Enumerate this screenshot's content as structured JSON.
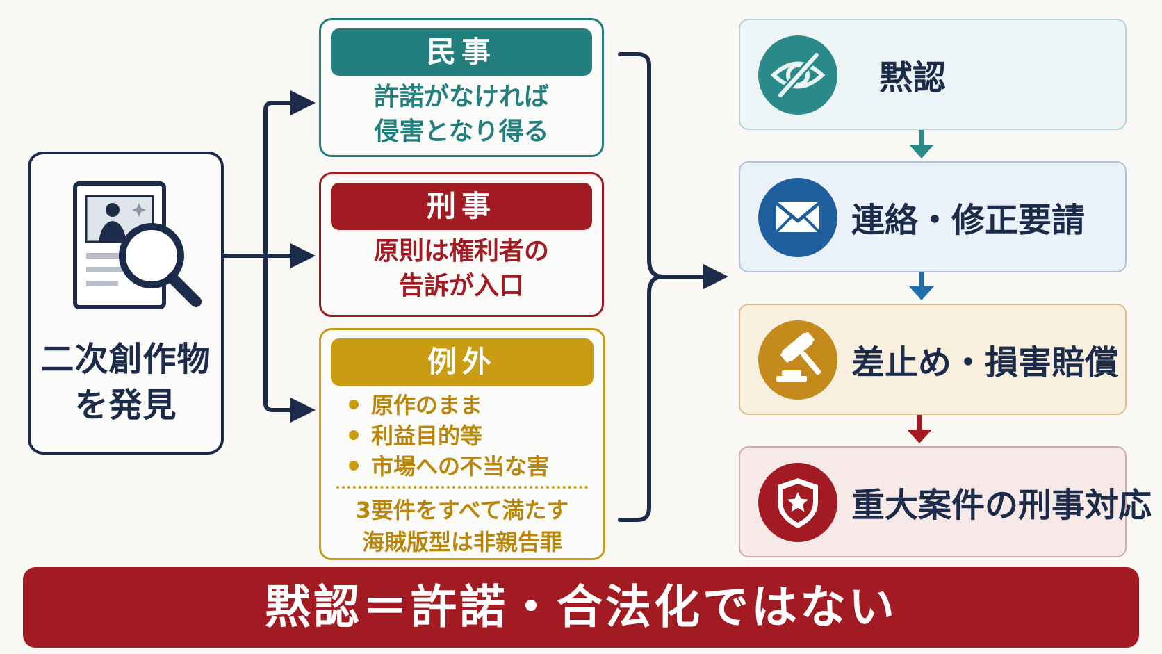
{
  "start": {
    "label": "二次創作物\nを発見"
  },
  "cards": {
    "civil": {
      "title": "民事",
      "body": "許諾がなければ\n侵害となり得る",
      "color": "#237f7d"
    },
    "criminal": {
      "title": "刑事",
      "body": "原則は権利者の\n告訴が入口",
      "color": "#a31b22"
    },
    "exception": {
      "title": "例外",
      "items": [
        "原作のまま",
        "利益目的等",
        "市場への不当な害"
      ],
      "note": "3要件をすべて満たす\n海賊版型は非親告罪",
      "color": "#c99c12"
    }
  },
  "steps": [
    {
      "label": "黙認",
      "icon": "eye-slash-icon",
      "color": "#2a8a89"
    },
    {
      "label": "連絡・修正要請",
      "icon": "envelope-icon",
      "color": "#1f5f9e"
    },
    {
      "label": "差止め・損害賠償",
      "icon": "gavel-icon",
      "color": "#c48a1c"
    },
    {
      "label": "重大案件の刑事対応",
      "icon": "shield-star-icon",
      "color": "#a31b22"
    }
  ],
  "banner": {
    "text": "黙認＝許諾・合法化ではない"
  }
}
